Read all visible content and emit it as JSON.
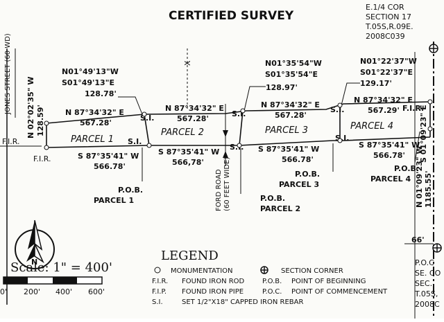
{
  "title": "CERTIFIED SURVEY",
  "corner_ne": [
    "E.1/4 COR",
    "SECTION 17",
    "T.05S,R.09E.",
    "2008C039"
  ],
  "corner_se_partial": [
    "P.O.C",
    "SE. CO",
    "SEC.",
    "T.05S,",
    "2008C"
  ],
  "street_left": "JONES STREET (60 WD)",
  "ford_road": [
    "FORD ROAD",
    "(60 FEET WIDE)"
  ],
  "parcels": [
    "PARCEL 1",
    "PARCEL 2",
    "PARCEL 3",
    "PARCEL 4"
  ],
  "bearings": {
    "north_line": [
      "N 87°34'32\" E",
      "N 87°34'32\" E",
      "N 87°34'32\" E",
      "N 87°34'32\" E"
    ],
    "north_distances": [
      "567.28'",
      "567.28'",
      "567.28'",
      "567.29'"
    ],
    "south_line": [
      "S 87°35'41\" W",
      "S 87°35'41\" W",
      "S 87°35'41\" W",
      "S 87°35'41\" W"
    ],
    "south_distances": [
      "566.78'",
      "566,78'",
      "566.78'",
      "566.78'"
    ],
    "div1": [
      "N01°49'13\"W",
      "S01°49'13\"E",
      "128.78'"
    ],
    "div2": [
      "N01°35'54\"W",
      "S01°35'54\"E",
      "128.97'"
    ],
    "div3": [
      "N01°22'37\"W",
      "S01°22'37\"E",
      "129.17'"
    ],
    "west_line": [
      "N 02°02'35\" W",
      "128.59'"
    ],
    "east_line": [
      "S 01°09'23\" E",
      "N 01°09'23\" W",
      "1185.55'"
    ],
    "dim_66": "66'"
  },
  "markers": {
    "si": "S.I.",
    "fir": "F.I.R.",
    "pob1": [
      "P.O.B.",
      "PARCEL 1"
    ],
    "pob2": [
      "P.O.B.",
      "PARCEL 2"
    ],
    "pob3": [
      "P.O.B.",
      "PARCEL 3"
    ],
    "pob4": [
      "P.O.B.",
      "PARCEL 4"
    ],
    "x_marker": "X"
  },
  "north_letter": "N",
  "scale": {
    "label": "Scale:  1\"  =  400'",
    "ticks": [
      "0'",
      "200'",
      "400'",
      "600'"
    ]
  },
  "legend": {
    "title": "LEGEND",
    "items": [
      {
        "key": "O",
        "text": "MONUMENTATION"
      },
      {
        "key": "F.I.R.",
        "text": "FOUND IRON ROD"
      },
      {
        "key": "F.I.P.",
        "text": "FOUND IRON PIPE"
      },
      {
        "key": "S.I.",
        "text": "SET 1/2\"X18\" CAPPED IRON REBAR"
      }
    ],
    "items_right": [
      {
        "key": "",
        "text": "SECTION CORNER"
      },
      {
        "key": "P.O.B.",
        "text": "POINT OF BEGINNING"
      },
      {
        "key": "P.O.C.",
        "text": "POINT OF COMMENCEMENT"
      }
    ]
  }
}
